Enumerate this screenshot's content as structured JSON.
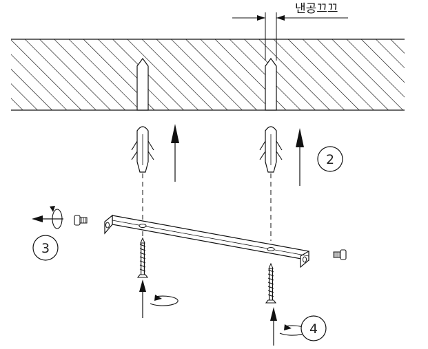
{
  "dimension_label": "낸공끄끄",
  "steps": [
    {
      "id": "2",
      "label": "2"
    },
    {
      "id": "3",
      "label": "3"
    },
    {
      "id": "4",
      "label": "4"
    }
  ],
  "colors": {
    "line": "#111111",
    "background": "#ffffff"
  }
}
